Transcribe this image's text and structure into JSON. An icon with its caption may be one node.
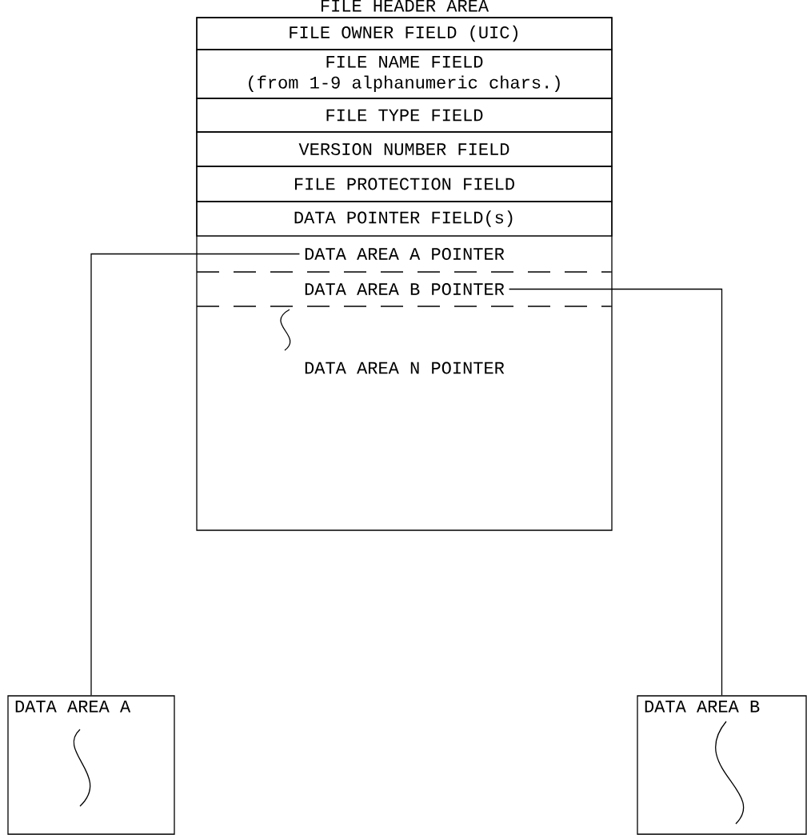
{
  "diagram": {
    "nodes": [
      {
        "text": [
          "FILE HEADER AREA"
        ]
      },
      {
        "text": [
          "FILE OWNER FIELD (UIC)"
        ],
        "in": 0
      },
      {
        "text": [
          "FILE NAME FIELD",
          "(from 1-9 alphanumeric chars.)"
        ],
        "in": 0
      },
      {
        "text": [
          "FILE TYPE FIELD"
        ],
        "in": 0
      },
      {
        "text": [
          "VERSION NUMBER FIELD"
        ],
        "in": 0
      },
      {
        "text": [
          "FILE PROTECTION FIELD"
        ],
        "in": 0
      },
      {
        "text": [
          "DATA POINTER FIELD(s)"
        ],
        "in": 0
      },
      {
        "text": [
          "DATA AREA A POINTER"
        ],
        "in": 0
      },
      {
        "text": [
          "DATA AREA B POINTER"
        ],
        "in": 0
      },
      {
        "text": [
          "DATA AREA N POINTER"
        ],
        "in": 0
      },
      {
        "text": [
          "DATA AREA A"
        ]
      },
      {
        "text": [
          "DATA AREA B"
        ]
      }
    ],
    "edges": [
      {
        "from": 7,
        "to": 10,
        "arrow": "none"
      },
      {
        "from": 8,
        "to": 11,
        "arrow": "none"
      }
    ]
  }
}
